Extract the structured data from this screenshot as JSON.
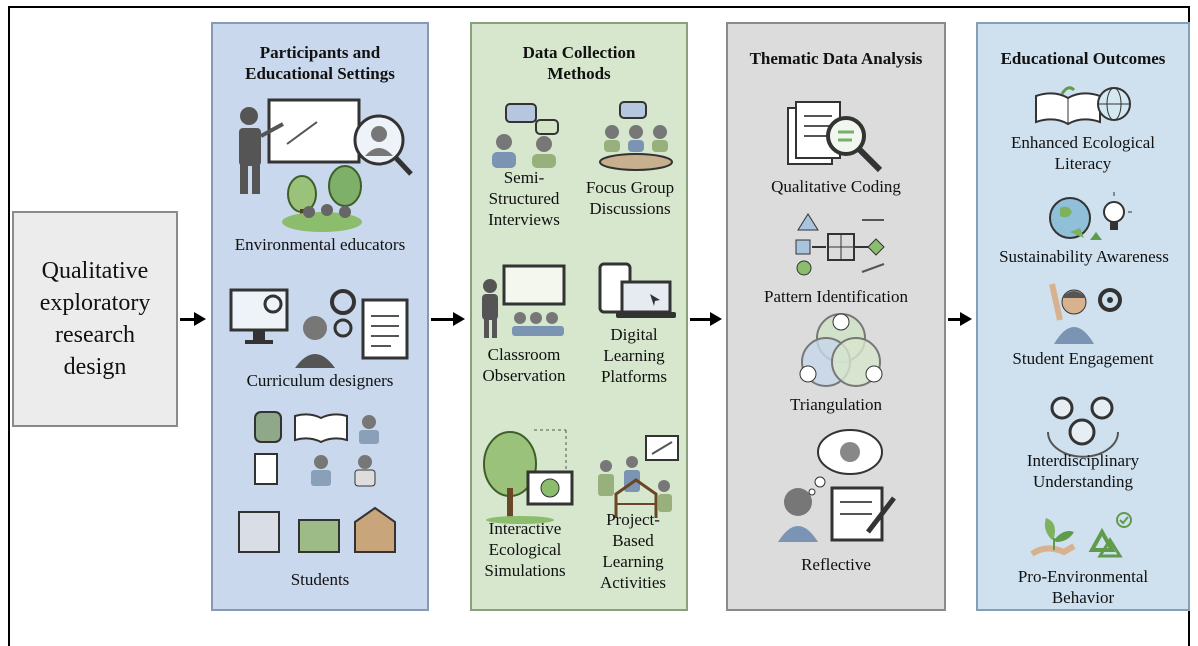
{
  "start": {
    "lines": [
      "Qualitative",
      "exploratory",
      "research",
      "design"
    ]
  },
  "columns": [
    {
      "title_lines": [
        "Participants and",
        "Educational Settings"
      ],
      "items": [
        {
          "label": "Environmental educators",
          "icon": "teacher-presentation-icon"
        },
        {
          "label": "Curriculum designers",
          "icon": "designer-document-icon"
        },
        {
          "label": "Students",
          "icon": "student-school-icon"
        }
      ]
    },
    {
      "title_lines": [
        "Data Collection",
        "Methods"
      ],
      "items": [
        {
          "label_lines": [
            "Semi-",
            "Structured",
            "Interviews"
          ],
          "icon": "interview-icon"
        },
        {
          "label_lines": [
            "Focus Group",
            "Discussions"
          ],
          "icon": "focus-group-icon"
        },
        {
          "label_lines": [
            "Classroom",
            "Observation"
          ],
          "icon": "classroom-icon"
        },
        {
          "label_lines": [
            "Digital",
            "Learning",
            "Platforms"
          ],
          "icon": "devices-icon"
        },
        {
          "label_lines": [
            "Interactive",
            "Ecological",
            "Simulations"
          ],
          "icon": "tree-simulation-icon"
        },
        {
          "label_lines": [
            "Project-",
            "Based",
            "Learning",
            "Activities"
          ],
          "icon": "project-building-icon"
        }
      ]
    },
    {
      "title": "Thematic Data Analysis",
      "items": [
        {
          "label": "Qualitative Coding",
          "icon": "documents-magnifier-icon"
        },
        {
          "label": "Pattern Identification",
          "icon": "pattern-network-icon"
        },
        {
          "label": "Triangulation",
          "icon": "venn-triangulation-icon"
        },
        {
          "label": "Reflective",
          "icon": "reflective-thinking-icon"
        }
      ]
    },
    {
      "title": "Educational Outcomes",
      "items": [
        {
          "label_lines": [
            "Enhanced Ecological",
            "Literacy"
          ],
          "icon": "book-globe-icon"
        },
        {
          "label": "Sustainability Awareness",
          "icon": "globe-bulb-icon"
        },
        {
          "label": "Student Engagement",
          "icon": "student-gear-icon"
        },
        {
          "label_lines": [
            "Interdisciplinary",
            "Understanding"
          ],
          "icon": "gears-cycle-icon"
        },
        {
          "label_lines": [
            "Pro-Environmental",
            "Behavior"
          ],
          "icon": "plant-recycle-icon"
        }
      ]
    }
  ]
}
